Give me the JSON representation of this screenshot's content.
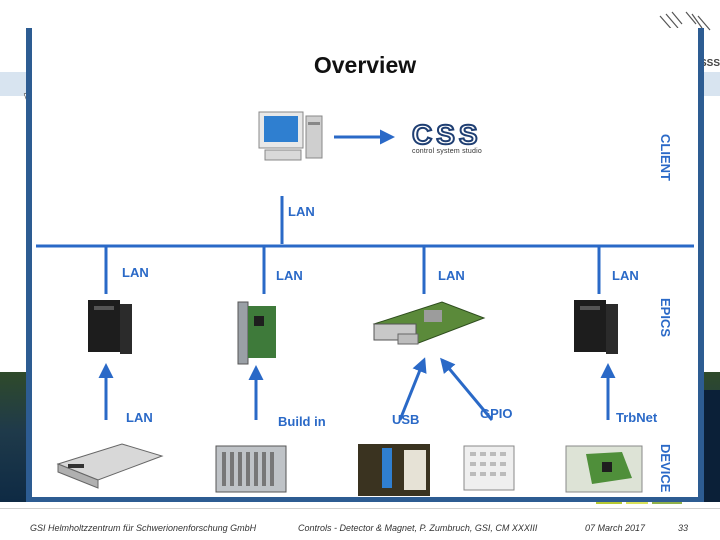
{
  "slide": {
    "title_line": "RICH Detector",
    "footer": {
      "institution": "GSI Helmholtzzentrum für Schwerionenforschung GmbH",
      "talk": "Controls - Detector & Magnet, P. Zumbruch, GSI, CM XXXIII",
      "date": "07 March 2017",
      "page": "33"
    }
  },
  "overlay": {
    "title": "Overview",
    "client_software": {
      "logo_text": "CSS",
      "subtitle": "control system studio"
    },
    "layers": {
      "client": "CLIENT",
      "epics": "EPICS",
      "device": "DEVICE"
    },
    "links": {
      "client_lan": "LAN",
      "bus_lan": [
        "LAN",
        "LAN",
        "LAN",
        "LAN"
      ],
      "device_links": [
        "LAN",
        "Build in",
        "USB",
        "GPIO",
        "TrbNet"
      ]
    },
    "colors": {
      "accent": "#2a69c7",
      "frame": "#2d5c92"
    },
    "icons": [
      "workstation-icon",
      "server-tower-icon",
      "vme-board-icon",
      "raspberry-pi-icon",
      "server-tower-icon",
      "power-supply-icon",
      "crate-icon",
      "breadboard-icon",
      "sensor-icon",
      "trb-board-icon"
    ]
  }
}
